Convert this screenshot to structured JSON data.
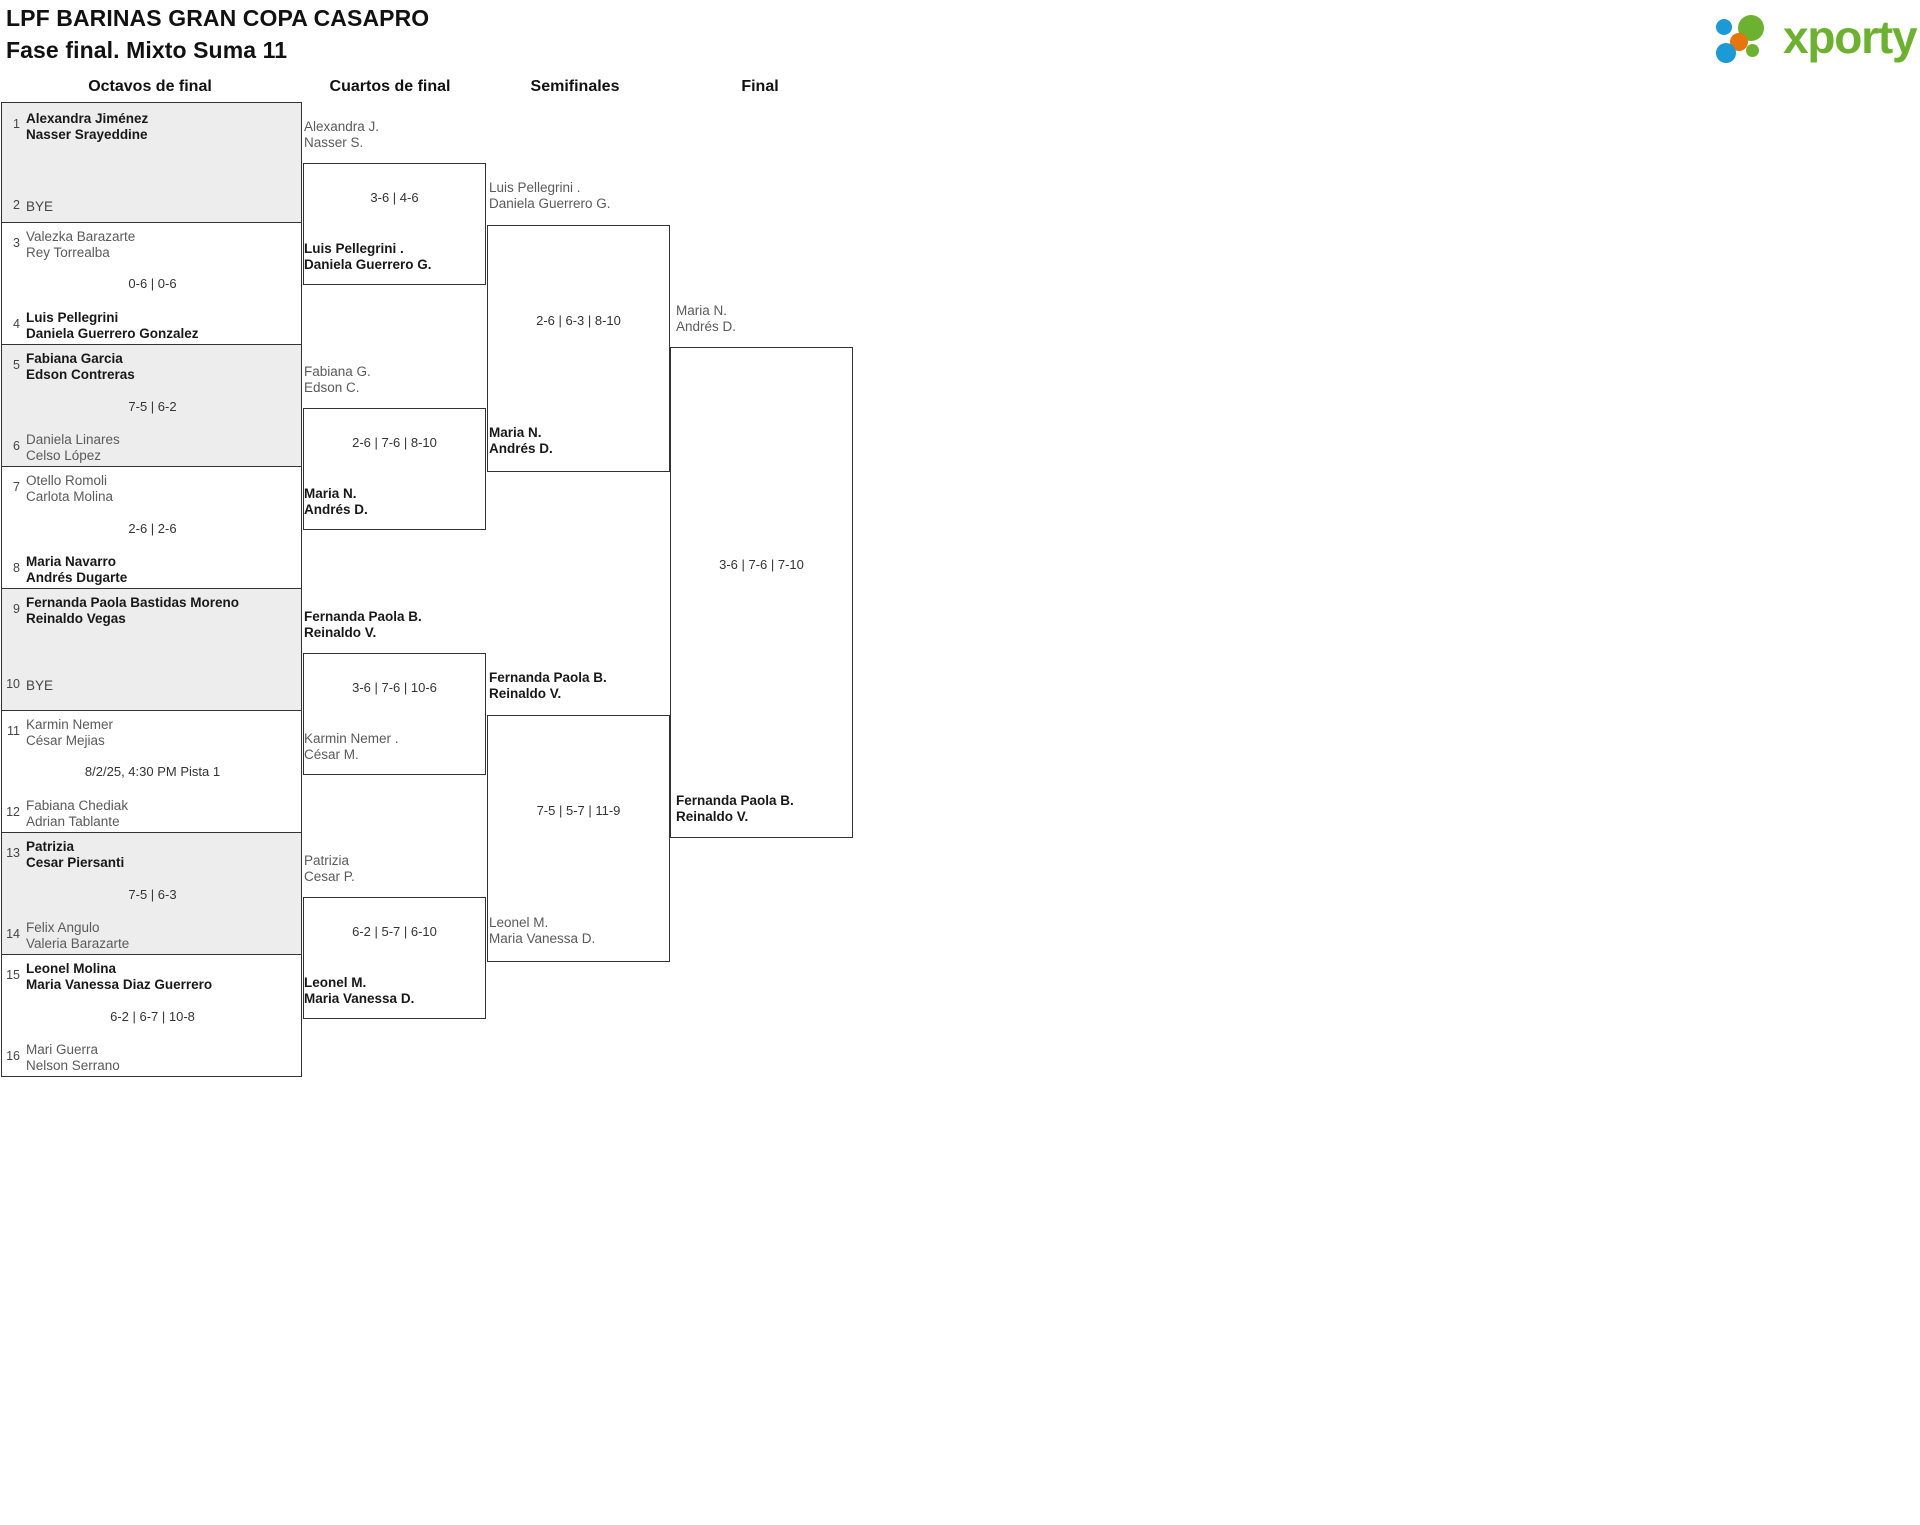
{
  "header": {
    "line1": "LPF BARINAS GRAN COPA CASAPRO",
    "line2": "Fase final. Mixto Suma 11"
  },
  "logo": {
    "wordmark": "xporty",
    "colors": {
      "green": "#6cb22e",
      "blue": "#1a9ad7",
      "orange": "#e8740c"
    }
  },
  "rounds": [
    {
      "label": "Octavos de final"
    },
    {
      "label": "Cuartos de final"
    },
    {
      "label": "Semifinales"
    },
    {
      "label": "Final"
    }
  ],
  "round16": [
    {
      "shade": true,
      "score": "",
      "top": {
        "seed": "1",
        "line1": "Alexandra Jiménez",
        "line2": "Nasser Srayeddine",
        "state": "win"
      },
      "bottom": {
        "seed": "2",
        "line1": "BYE",
        "line2": "",
        "state": "bye"
      }
    },
    {
      "shade": false,
      "score": "0-6 | 0-6",
      "top": {
        "seed": "3",
        "line1": "Valezka Barazarte",
        "line2": "Rey Torrealba",
        "state": "lose"
      },
      "bottom": {
        "seed": "4",
        "line1": "Luis Pellegrini",
        "line2": "Daniela Guerrero Gonzalez",
        "state": "win"
      }
    },
    {
      "shade": true,
      "score": "7-5 | 6-2",
      "top": {
        "seed": "5",
        "line1": "Fabiana Garcia",
        "line2": "Edson Contreras",
        "state": "win"
      },
      "bottom": {
        "seed": "6",
        "line1": "Daniela Linares",
        "line2": "Celso López",
        "state": "lose"
      }
    },
    {
      "shade": false,
      "score": "2-6 | 2-6",
      "top": {
        "seed": "7",
        "line1": "Otello Romoli",
        "line2": "Carlota Molina",
        "state": "lose"
      },
      "bottom": {
        "seed": "8",
        "line1": "Maria Navarro",
        "line2": "Andrés Dugarte",
        "state": "win"
      }
    },
    {
      "shade": true,
      "score": "",
      "top": {
        "seed": "9",
        "line1": "Fernanda Paola Bastidas Moreno",
        "line2": "Reinaldo Vegas",
        "state": "win"
      },
      "bottom": {
        "seed": "10",
        "line1": "BYE",
        "line2": "",
        "state": "bye"
      }
    },
    {
      "shade": false,
      "score": "8/2/25, 4:30 PM Pista 1",
      "top": {
        "seed": "11",
        "line1": "Karmin Nemer",
        "line2": "César Mejias",
        "state": "lose"
      },
      "bottom": {
        "seed": "12",
        "line1": "Fabiana Chediak",
        "line2": "Adrian Tablante",
        "state": "lose"
      }
    },
    {
      "shade": true,
      "score": "7-5 | 6-3",
      "top": {
        "seed": "13",
        "line1": "Patrizia",
        "line2": "Cesar Piersanti",
        "state": "win"
      },
      "bottom": {
        "seed": "14",
        "line1": "Felix Angulo",
        "line2": "Valeria Barazarte",
        "state": "lose"
      }
    },
    {
      "shade": false,
      "score": "6-2 | 6-7 | 10-8",
      "top": {
        "seed": "15",
        "line1": "Leonel Molina",
        "line2": "Maria Vanessa Diaz Guerrero",
        "state": "win"
      },
      "bottom": {
        "seed": "16",
        "line1": "Mari Guerra",
        "line2": "Nelson Serrano",
        "state": "lose"
      }
    }
  ],
  "quarters": [
    {
      "score": "3-6 | 4-6",
      "top": {
        "line1": "Alexandra J.",
        "line2": "Nasser S.",
        "state": "lose"
      },
      "bottom": {
        "line1": "Luis Pellegrini .",
        "line2": "Daniela Guerrero G.",
        "state": "win"
      }
    },
    {
      "score": "2-6 | 7-6 | 8-10",
      "top": {
        "line1": "Fabiana G.",
        "line2": "Edson C.",
        "state": "lose"
      },
      "bottom": {
        "line1": "Maria N.",
        "line2": "Andrés D.",
        "state": "win"
      }
    },
    {
      "score": "3-6 | 7-6 | 10-6",
      "top": {
        "line1": "Fernanda Paola B.",
        "line2": "Reinaldo V.",
        "state": "win"
      },
      "bottom": {
        "line1": "Karmin Nemer .",
        "line2": "César M.",
        "state": "lose"
      }
    },
    {
      "score": "6-2 | 5-7 | 6-10",
      "top": {
        "line1": "Patrizia",
        "line2": "Cesar P.",
        "state": "lose"
      },
      "bottom": {
        "line1": "Leonel M.",
        "line2": "Maria Vanessa D.",
        "state": "win"
      }
    }
  ],
  "semis": [
    {
      "score": "2-6 | 6-3 | 8-10",
      "top": {
        "line1": "Luis Pellegrini .",
        "line2": "Daniela Guerrero G.",
        "state": "lose"
      },
      "bottom": {
        "line1": "Maria N.",
        "line2": "Andrés D.",
        "state": "win"
      }
    },
    {
      "score": "7-5 | 5-7 | 11-9",
      "top": {
        "line1": "Fernanda Paola B.",
        "line2": "Reinaldo V.",
        "state": "win"
      },
      "bottom": {
        "line1": "Leonel M.",
        "line2": "Maria Vanessa D.",
        "state": "lose"
      }
    }
  ],
  "final": {
    "score": "3-6 | 7-6 | 7-10",
    "top": {
      "line1": "Maria N.",
      "line2": "Andrés D.",
      "state": "lose"
    },
    "bottom": {
      "line1": "Fernanda Paola B.",
      "line2": "Reinaldo V.",
      "state": "win"
    }
  }
}
